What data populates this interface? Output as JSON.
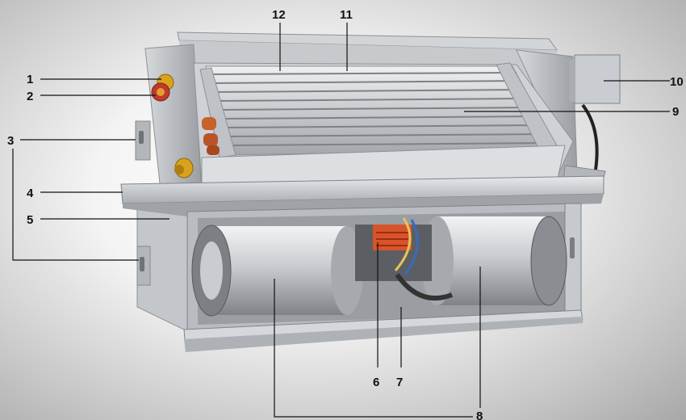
{
  "callouts": {
    "c1": "1",
    "c2": "2",
    "c3": "3",
    "c4": "4",
    "c5": "5",
    "c6": "6",
    "c7": "7",
    "c8": "8",
    "c9": "9",
    "c10": "10",
    "c11": "11",
    "c12": "12"
  },
  "colors": {
    "background": "#e6e6e6",
    "metal": "#c4c8cc",
    "metal_dark": "#8e9297",
    "coil_fin": "#b9bcc0",
    "valve": "#d9a21b",
    "valve_red": "#c0392b",
    "motor": "#d9532a",
    "line": "#111111"
  },
  "icons": [
    "fan-coil-unit-illustration"
  ]
}
